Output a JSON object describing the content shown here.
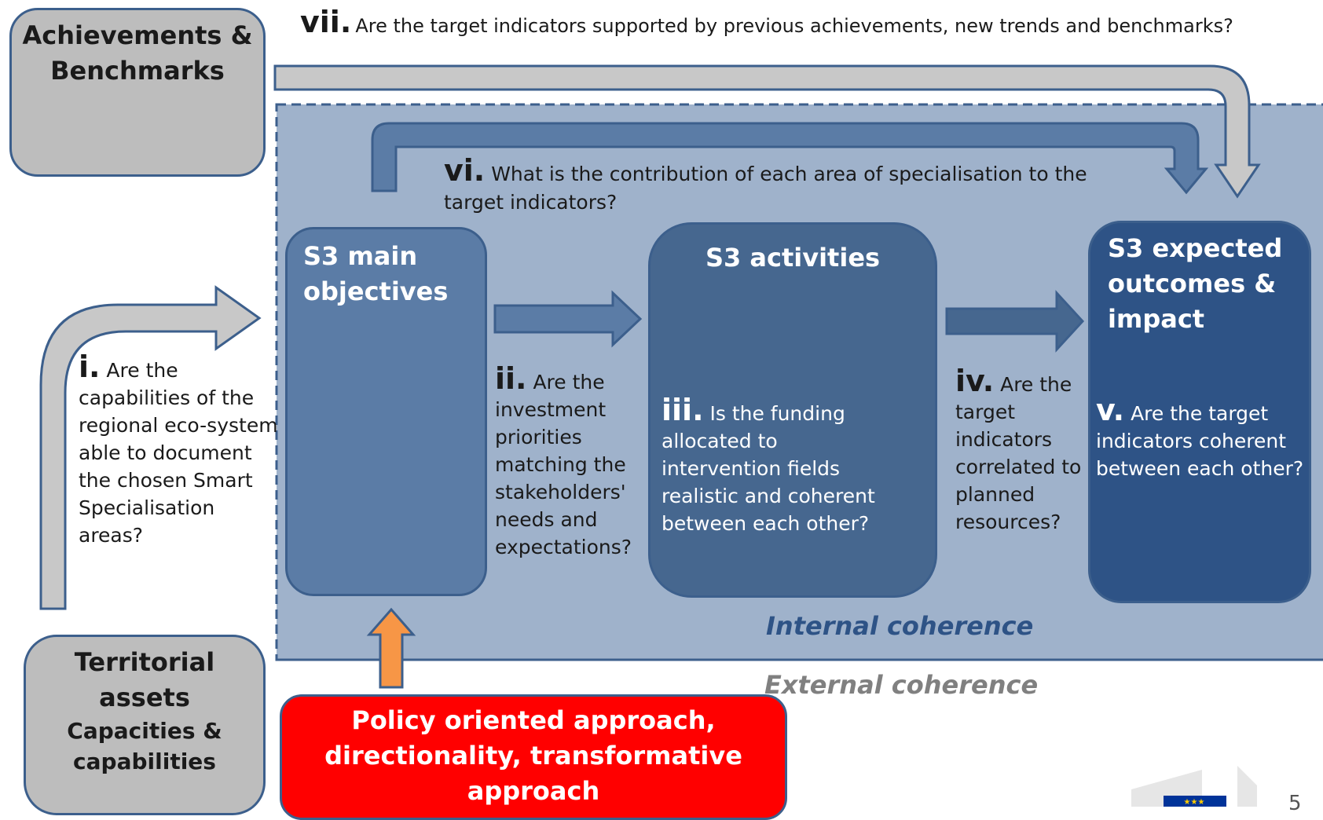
{
  "q7": {
    "num": "vii.",
    "text": "Are the target indicators supported by previous achievements, new trends and benchmarks?"
  },
  "q6": {
    "num": "vi.",
    "line1": "What is the contribution of each area of specialisation to the",
    "line2": "target indicators?"
  },
  "q1": {
    "num": "i.",
    "lines": [
      "Are the",
      "capabilities of the",
      "regional eco-system",
      "able to document",
      "the chosen Smart",
      "Specialisation areas?"
    ]
  },
  "q2": {
    "num": "ii.",
    "lines": [
      "Are the",
      "investment",
      "priorities",
      "matching the",
      "stakeholders'",
      "needs and",
      "expectations?"
    ]
  },
  "q3": {
    "num": "iii.",
    "lines": [
      "Is the funding",
      "allocated to",
      "intervention fields",
      "realistic and coherent",
      "between each other?"
    ]
  },
  "q4": {
    "num": "iv.",
    "lines": [
      "Are the",
      "target",
      "indicators",
      "correlated to",
      "planned",
      "resources?"
    ]
  },
  "q5": {
    "num": "v.",
    "lines": [
      "Are the target",
      "indicators coherent",
      "between each other?"
    ]
  },
  "boxes": {
    "achievements": [
      "Achievements &",
      "Benchmarks"
    ],
    "territorial": [
      "Territorial",
      "assets",
      "Capacities &",
      "capabilities"
    ],
    "main_objectives": [
      "S3 main",
      "objectives"
    ],
    "activities": "S3 activities",
    "outcomes": [
      "S3 expected",
      "outcomes &",
      "impact"
    ],
    "policy": [
      "Policy oriented approach,",
      "directionality, transformative",
      "approach"
    ]
  },
  "labels": {
    "internal": "Internal coherence",
    "external": "External coherence",
    "page_number": "5"
  },
  "colors": {
    "panel": "#9fb2cb",
    "main_objectives": "#5b7ca6",
    "activities": "#46678f",
    "outcomes": "#2e5386",
    "gray": "#bdbdbd",
    "border": "#3c5f8c",
    "policy": "#ff0000",
    "up_arrow": "#f79646"
  }
}
